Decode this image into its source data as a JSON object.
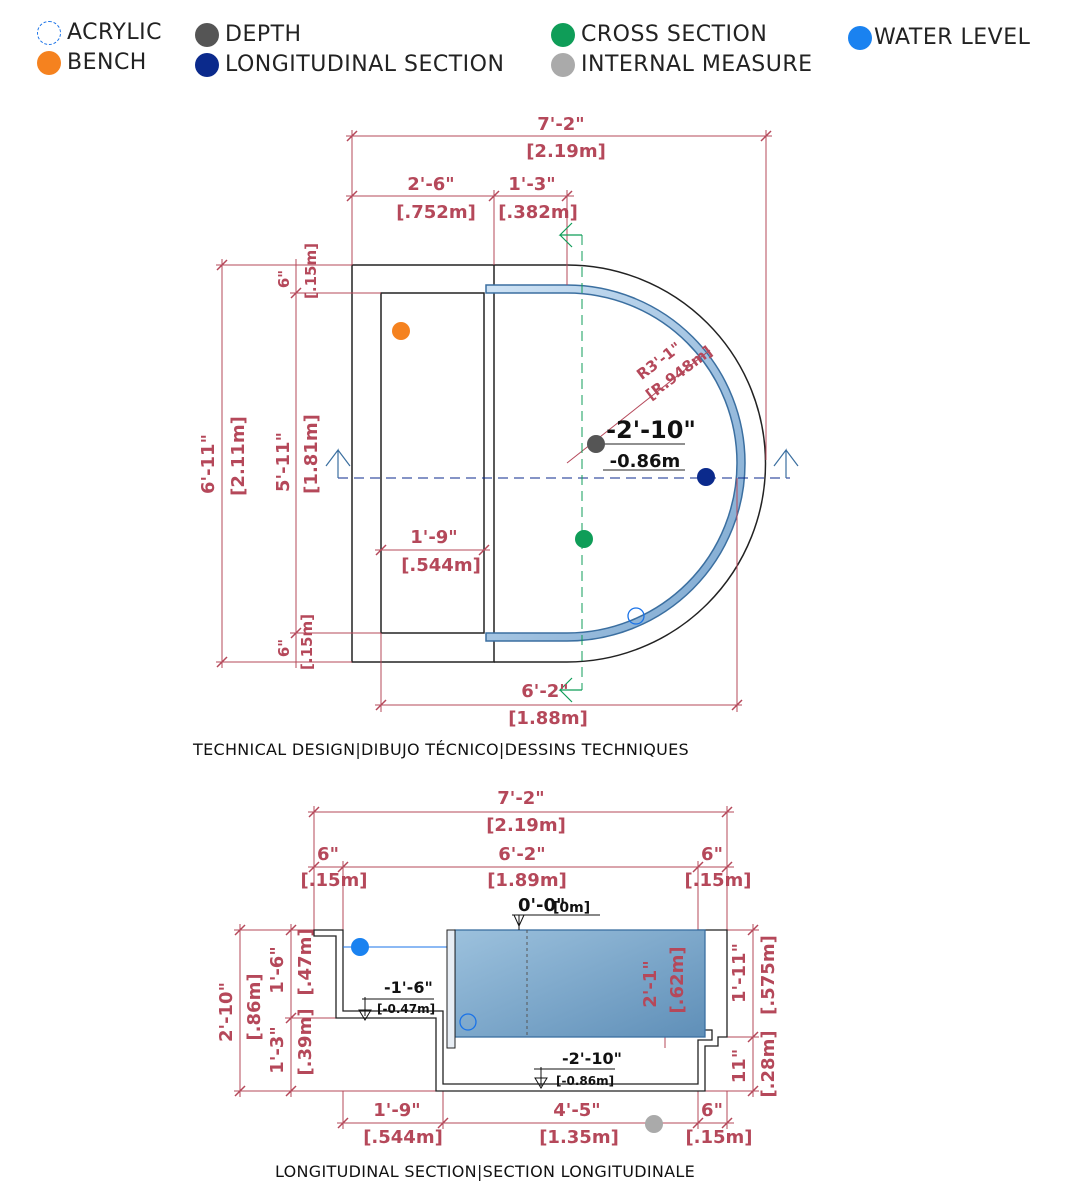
{
  "legend": [
    {
      "label": "ACRYLIC",
      "color": "#1a73e8",
      "style": "outline"
    },
    {
      "label": "BENCH",
      "color": "#f5821f",
      "style": "fill"
    },
    {
      "label": "DEPTH",
      "color": "#555555",
      "style": "fill"
    },
    {
      "label": "LONGITUDINAL SECTION",
      "color": "#0b2a8c",
      "style": "fill"
    },
    {
      "label": "CROSS SECTION",
      "color": "#0f9d58",
      "style": "fill"
    },
    {
      "label": "INTERNAL MEASURE",
      "color": "#aaaaaa",
      "style": "fill"
    },
    {
      "label": "WATER LEVEL",
      "color": "#1a82f0",
      "style": "fill"
    }
  ],
  "plan": {
    "caption": "TECHNICAL DESIGN|DIBUJO TÉCNICO|DESSINS TECHNIQUES",
    "overall_width": {
      "imperial": "7'-2\"",
      "metric": "[2.19m]"
    },
    "bench_width": {
      "imperial": "2'-6\"",
      "metric": "[.752m]"
    },
    "offset_width": {
      "imperial": "1'-3\"",
      "metric": "[.382m]"
    },
    "top_band": {
      "imperial": "6\"",
      "metric": "[.15m]"
    },
    "overall_height": {
      "imperial": "6'-11\"",
      "metric": "[2.11m]"
    },
    "inner_height": {
      "imperial": "5'-11\"",
      "metric": "[1.81m]"
    },
    "bottom_band": {
      "imperial": "6\"",
      "metric": "[.15m]"
    },
    "radius": {
      "imperial": "R3'-1\"",
      "metric": "[R.948m]"
    },
    "depth": {
      "imperial": "-2'-10\"",
      "metric": "-0.86m"
    },
    "bench_depth": {
      "imperial": "1'-9\"",
      "metric": "[.544m]"
    },
    "inner_width": {
      "imperial": "6'-2\"",
      "metric": "[1.88m]"
    }
  },
  "section": {
    "caption": "LONGITUDINAL SECTION|SECTION LONGITUDINALE",
    "overall_width": {
      "imperial": "7'-2\"",
      "metric": "[2.19m]"
    },
    "left_wall": {
      "imperial": "6\"",
      "metric": "[.15m]"
    },
    "inner": {
      "imperial": "6'-2\"",
      "metric": "[1.89m]"
    },
    "right_wall": {
      "imperial": "6\"",
      "metric": "[.15m]"
    },
    "top_level": {
      "imperial": "0'-0\"",
      "metric": "[0m]"
    },
    "total_depth": {
      "imperial": "2'-10\"",
      "metric": "[.86m]"
    },
    "upper_left": {
      "imperial": "1'-6\"",
      "metric": "[.47m]"
    },
    "lower_left": {
      "imperial": "1'-3\"",
      "metric": "[.39m]"
    },
    "bench_level": {
      "imperial": "-1'-6\"",
      "metric": "[-0.47m]"
    },
    "acrylic_height": {
      "imperial": "2'-1\"",
      "metric": "[.62m]"
    },
    "right_upper": {
      "imperial": "1'-11\"",
      "metric": "[.575m]"
    },
    "right_lower": {
      "imperial": "11\"",
      "metric": "[.28m]"
    },
    "floor_level": {
      "imperial": "-2'-10\"",
      "metric": "[-0.86m]"
    },
    "bench_len": {
      "imperial": "1'-9\"",
      "metric": "[.544m]"
    },
    "floor_len": {
      "imperial": "4'-5\"",
      "metric": "[1.35m]"
    },
    "end_wall": {
      "imperial": "6\"",
      "metric": "[.15m]"
    }
  }
}
